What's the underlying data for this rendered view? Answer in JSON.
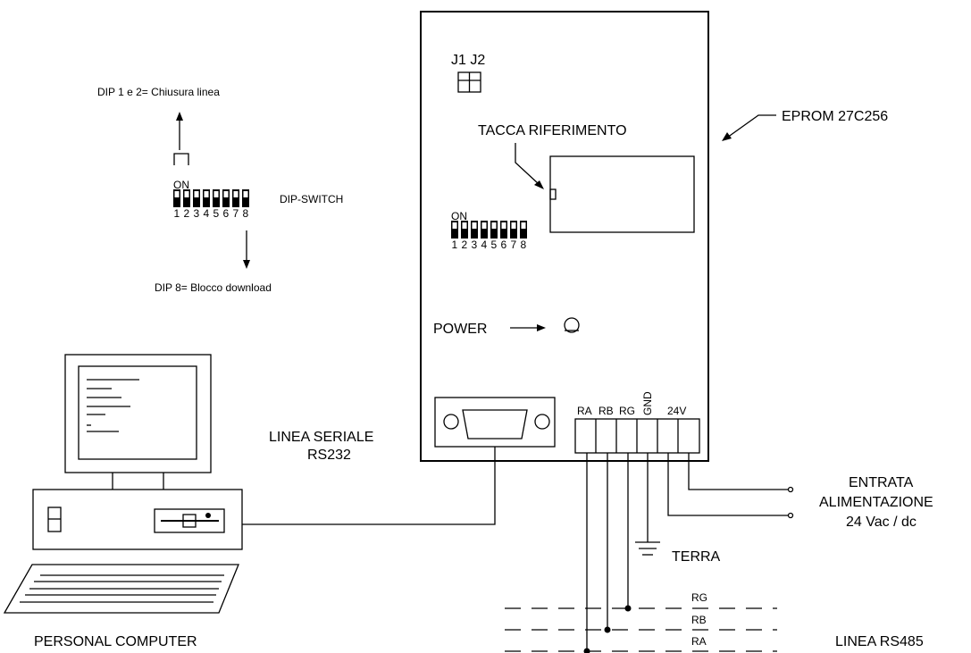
{
  "board": {
    "jumper_label": "J1 J2",
    "notch_label": "TACCA RIFERIMENTO",
    "eprom_label": "EPROM 27C256",
    "power_label": "POWER",
    "dip_on": "ON",
    "dip_numbers": [
      "1",
      "2",
      "3",
      "4",
      "5",
      "6",
      "7",
      "8"
    ],
    "terminals": [
      "RA",
      "RB",
      "RG",
      "GND",
      "24V"
    ]
  },
  "dip_detail": {
    "top_note": "DIP 1 e 2= Chiusura linea",
    "name": "DIP-SWITCH",
    "bottom_note": "DIP 8= Blocco download",
    "on": "ON",
    "numbers": [
      "1",
      "2",
      "3",
      "4",
      "5",
      "6",
      "7",
      "8"
    ]
  },
  "labels": {
    "serial_line_1": "LINEA SERIALE",
    "serial_line_2": "RS232",
    "power_in_1": "ENTRATA",
    "power_in_2": "ALIMENTAZIONE",
    "power_in_3": "24 Vac / dc",
    "earth": "TERRA",
    "pc": "PERSONAL COMPUTER",
    "rs485": "LINEA RS485"
  },
  "bus_lines": [
    "RG",
    "RB",
    "RA"
  ]
}
